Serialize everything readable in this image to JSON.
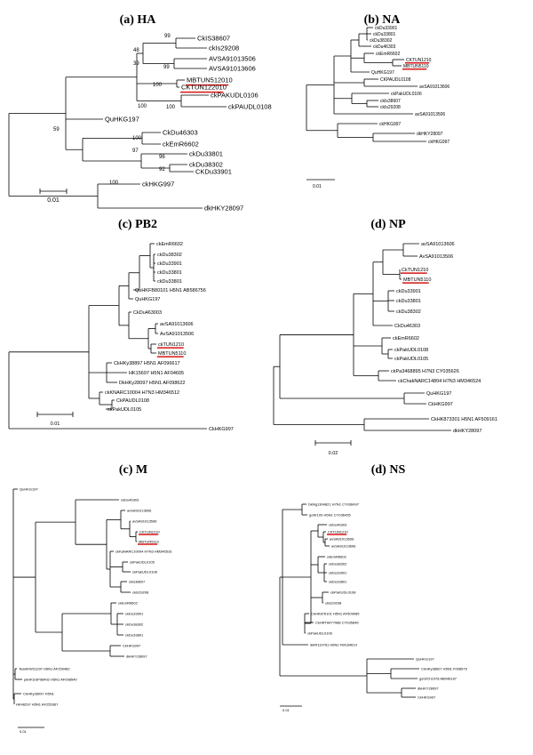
{
  "panels": [
    {
      "id": "ha",
      "title": "(a) HA",
      "font": 7.5,
      "scale_label": "0.01",
      "labels": [
        "CkIS38607",
        "ckIs29208",
        "AVSA91013506",
        "AVSA91013606",
        "MBTUN512010",
        "CKTUN122010",
        "ckPAKUDL0106",
        "ckPAUDL0108",
        "QuHKG197",
        "CkDu46303",
        "ckEmR6602",
        "ckDu33801",
        "ckDu38302",
        "CKDu33901",
        "ckHKG997",
        "dkHKY28097"
      ],
      "highlighted": [
        "MBTUN512010",
        "CKTUN122010"
      ],
      "bootstraps": [
        "99",
        "48",
        "39",
        "99",
        "100",
        "100",
        "100",
        "59",
        "100",
        "97",
        "96",
        "92",
        "100"
      ]
    },
    {
      "id": "na",
      "title": "(b) NA",
      "font": 5,
      "scale_label": "0.01",
      "labels": [
        "ckDu33901",
        "ckDu33801",
        "ckDu38302",
        "ckDu46303",
        "ckEmR6602",
        "CKTUN1210",
        "MBTUN5110",
        "QuHKG197",
        "CKPAUDL0108",
        "avSA91013606",
        "ckPakUDL0106",
        "ckIs38607",
        "ckIs29208",
        "avSA91013506",
        "ckHKG997",
        "dkHKY28097",
        "ckHKG997"
      ],
      "highlighted": [
        "CKTUN1210",
        "MBTUN5110"
      ],
      "bootstraps": []
    },
    {
      "id": "pb2",
      "title": "(c) PB2",
      "font": 5.5,
      "scale_label": "0.01",
      "labels": [
        "ckEmR6602",
        "ckDu38302",
        "ckDu33901",
        "ckDu33801",
        "ckDu33801",
        "QuHKFB80101 H5N1 AB586756",
        "QuHKG197",
        "CkDu463003",
        "avSA91013606",
        "AvSA91013506",
        "ckTUN1210",
        "MBTUN5110",
        "CkHKy38897 H5N1 AF096617",
        "HK15697 H5N1 AF04605",
        "DkHKy28097 H5N1 AF098622",
        "ckKNARC10004 H7N3 HM346512",
        "CkPAUDL0108",
        "ckPakUDL0105",
        "CkHKG997"
      ],
      "highlighted": [
        "ckTUN1210",
        "MBTUN5110"
      ],
      "bootstraps": []
    },
    {
      "id": "np",
      "title": "(d) NP",
      "font": 5.5,
      "scale_label": "0.02",
      "labels": [
        "avSA91013606",
        "AvSA91013506",
        "CkTUN1210",
        "MBTUN5110",
        "ckDu33901",
        "ckDu33801",
        "ckDu38302",
        "CkDu46303",
        "ckEmR6602",
        "ckPakUDL0108",
        "ckPakUDL0105",
        "ckPa3468895 H7N3 CY035626",
        "ckChakNARC14804 H7N3 HM346524",
        "QuHKG197",
        "CkHKG997",
        "CkHK873301 H5N1 AF509161",
        "dkHKY28097"
      ],
      "highlighted": [
        "CkTUN1210",
        "MBTUN5110"
      ],
      "bootstraps": []
    },
    {
      "id": "m",
      "title": "(c) M",
      "font": 4,
      "scale_label": "0.01",
      "labels": [
        "QuHKG197",
        "ckDu46303",
        "avSA91013606",
        "avSA91013506",
        "CKTUN1210",
        "MBTUN5110",
        "ckKaNARC10004 H7N3 HM346516",
        "ckPakUDL0105",
        "ckPakUDL0108",
        "ckIs38607",
        "ckIs29208",
        "ckEmR6602",
        "ckDu33901",
        "ckDu38302",
        "ckDu33801",
        "CkHKG997",
        "dkHKY28097",
        "TeaHKW31297 H5N1 AF250482",
        "pkHKSSP98492 H5N1 AF098540",
        "CkHKy28097 H5N1",
        "HK48297 H5N1 AF255367"
      ],
      "highlighted": [
        "CKTUN1210",
        "MBTUN5110"
      ],
      "bootstraps": []
    },
    {
      "id": "ns",
      "title": "(d) NS",
      "font": 4,
      "scale_label": "0.01",
      "labels": [
        "DkNg1304821 H7N1 CY036497",
        "goNr109 H5N1 CY036435",
        "ckDu46303",
        "CKTUN1210",
        "avSA91013506",
        "avSA91013606",
        "ckEmR6602",
        "ckDu38302",
        "ckDu33901",
        "ckDu33801",
        "ckPaKUDL0108",
        "ckIs29208",
        "CkHK876101 H5N1 AF509085",
        "CkHRT8477988 CY035646",
        "ckPakUDL0106",
        "dkRI119761 H6N2 FM164614",
        "QuHKG197",
        "CkHKy38607 H5N1 F098579",
        "gsGfCh1978 AB046167",
        "dkHKY28097",
        "CkHKG997"
      ],
      "highlighted": [
        "CKTUN1210"
      ],
      "bootstraps": []
    }
  ]
}
